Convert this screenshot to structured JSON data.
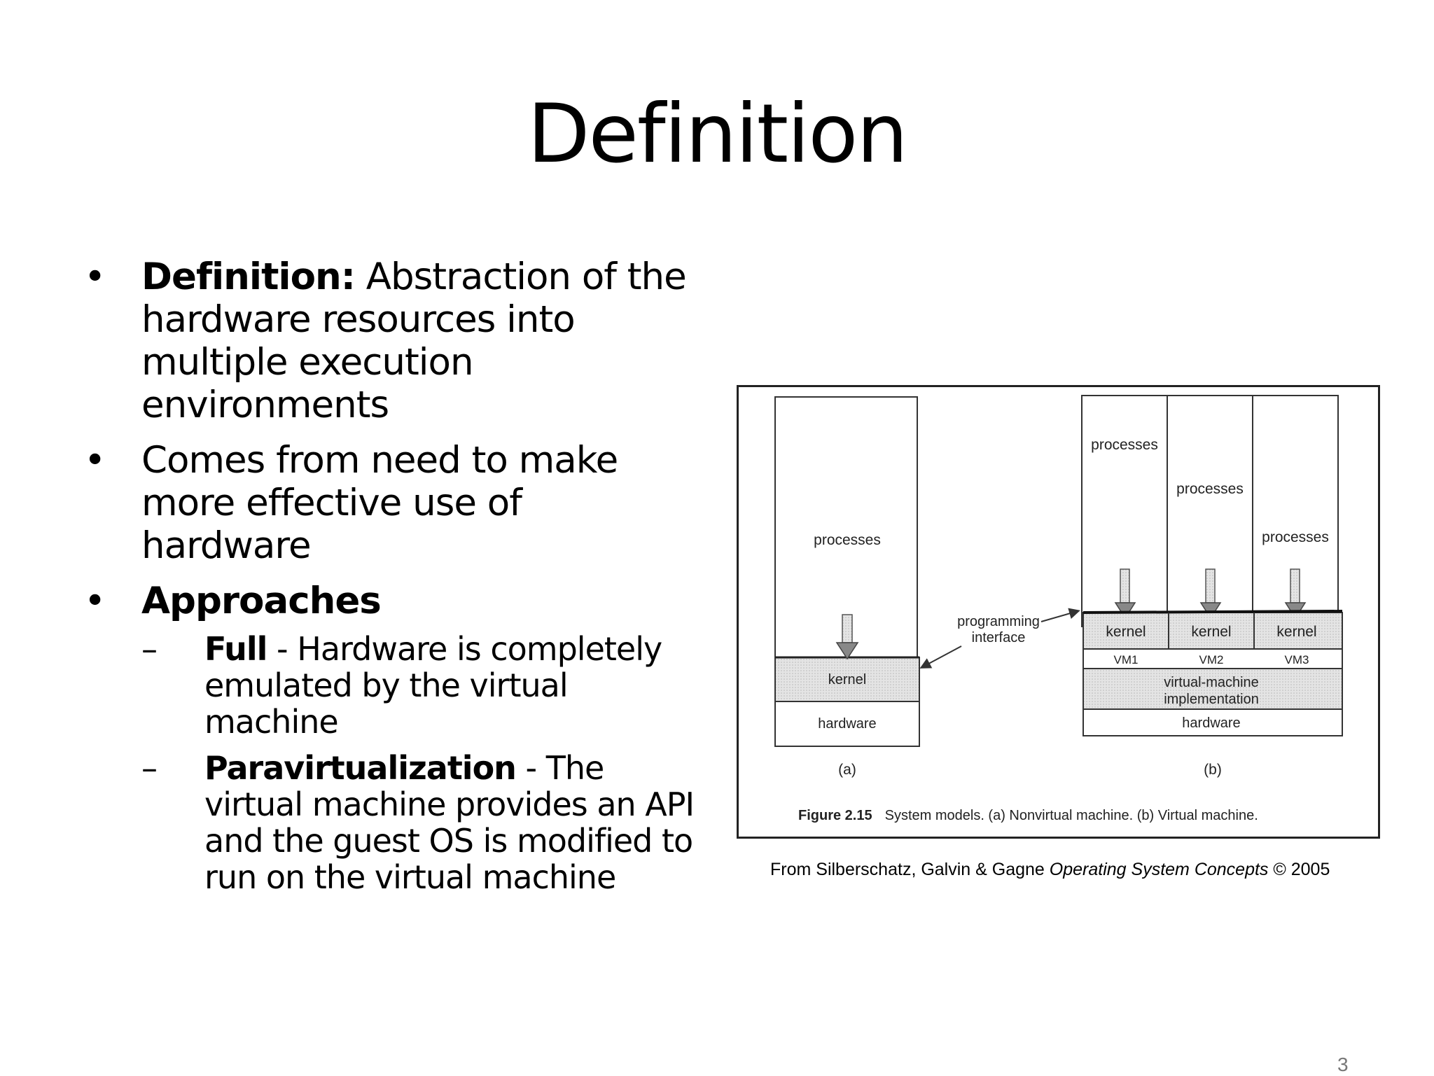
{
  "slide": {
    "title": "Definition",
    "page_number": "3"
  },
  "bullets": [
    {
      "bold": "Definition:",
      "text": " Abstraction of the hardware resources into multiple execution environments"
    },
    {
      "bold": "",
      "text": "Comes from need to make more effective use of hardware"
    },
    {
      "bold": "Approaches",
      "text": ""
    }
  ],
  "sub_bullets": [
    {
      "bold": "Full",
      "text": " - Hardware is completely emulated by the virtual machine"
    },
    {
      "bold": "Paravirtualization",
      "text": " - The virtual machine provides an API and the guest OS is modified to run on the virtual machine"
    }
  ],
  "figure": {
    "a": {
      "processes": "processes",
      "kernel": "kernel",
      "hardware": "hardware",
      "label": "(a)"
    },
    "interface_label_1": "programming",
    "interface_label_2": "interface",
    "b": {
      "processes": "processes",
      "kernel": "kernel",
      "vms": [
        "VM1",
        "VM2",
        "VM3"
      ],
      "impl_1": "virtual-machine",
      "impl_2": "implementation",
      "hardware": "hardware",
      "label": "(b)"
    },
    "caption_bold": "Figure 2.15",
    "caption_text": "System models. (a) Nonvirtual machine. (b) Virtual machine."
  },
  "credit": {
    "prefix": "From Silberschatz, Galvin & Gagne ",
    "book": "Operating System Concepts",
    "suffix": " © 2005"
  }
}
